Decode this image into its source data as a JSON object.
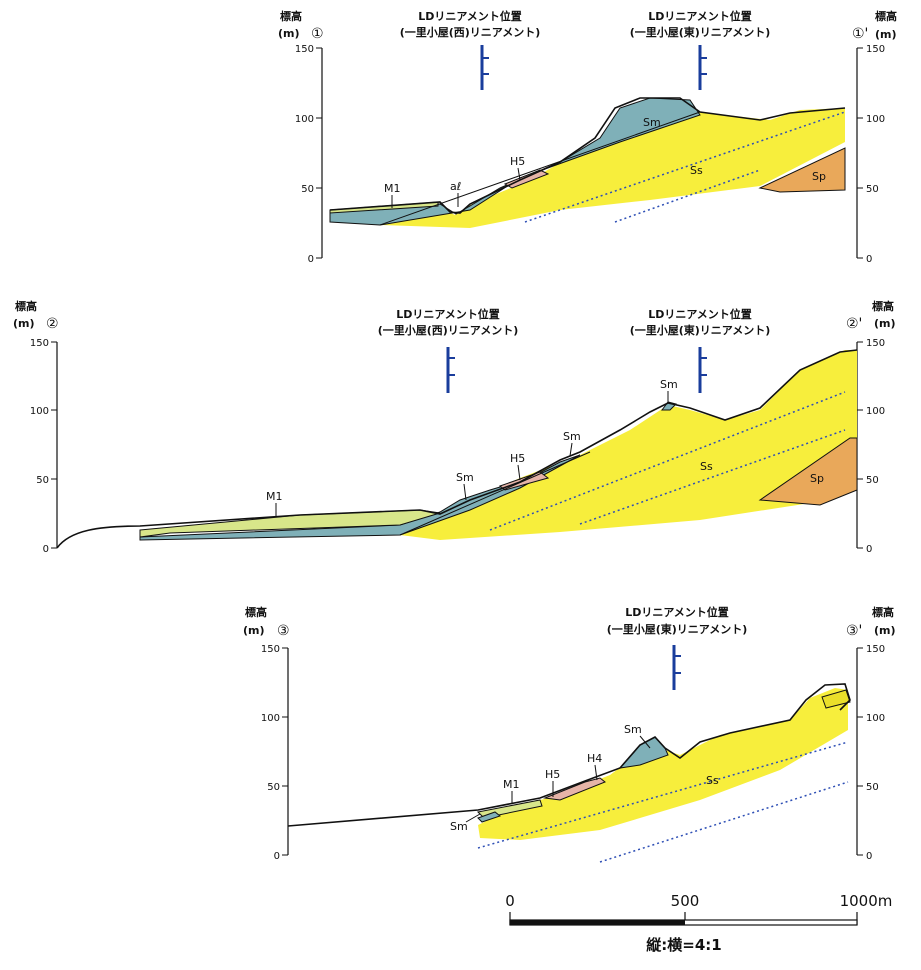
{
  "axis": {
    "elevation_label": "標高",
    "unit_label": "(m)",
    "ticks": [
      "0",
      "50",
      "100",
      "150"
    ]
  },
  "sections": [
    {
      "id": "1",
      "left_marker": "①",
      "right_marker": "①'",
      "lineaments": [
        {
          "line1": "LDリニアメント位置",
          "line2": "(一里小屋(西)リニアメント)"
        },
        {
          "line1": "LDリニアメント位置",
          "line2": "(一里小屋(東)リニアメント)"
        }
      ],
      "units": [
        "M1",
        "aℓ",
        "H5",
        "Sm",
        "Ss",
        "Sp"
      ]
    },
    {
      "id": "2",
      "left_marker": "②",
      "right_marker": "②'",
      "lineaments": [
        {
          "line1": "LDリニアメント位置",
          "line2": "(一里小屋(西)リニアメント)"
        },
        {
          "line1": "LDリニアメント位置",
          "line2": "(一里小屋(東)リニアメント)"
        }
      ],
      "units": [
        "M1",
        "Sm",
        "H5",
        "Sm",
        "Sm",
        "Ss",
        "Sp"
      ]
    },
    {
      "id": "3",
      "left_marker": "③",
      "right_marker": "③'",
      "lineaments": [
        {
          "line1": "LDリニアメント位置",
          "line2": "(一里小屋(東)リニアメント)"
        }
      ],
      "units": [
        "M1",
        "H5",
        "H4",
        "Sm",
        "Sm",
        "Ss"
      ]
    }
  ],
  "scale_bar": {
    "labels": [
      "0",
      "500",
      "1000m"
    ],
    "ratio": "縦:横=4:1"
  },
  "colors": {
    "Ss": "#f7ee3c",
    "Sm": "#7fb0b8",
    "Sp": "#e9a85a",
    "H": "#e6b4a8",
    "M1": "#d8e68a",
    "lineament": "#1a3d9c",
    "dotted": "#2e4fb5"
  }
}
